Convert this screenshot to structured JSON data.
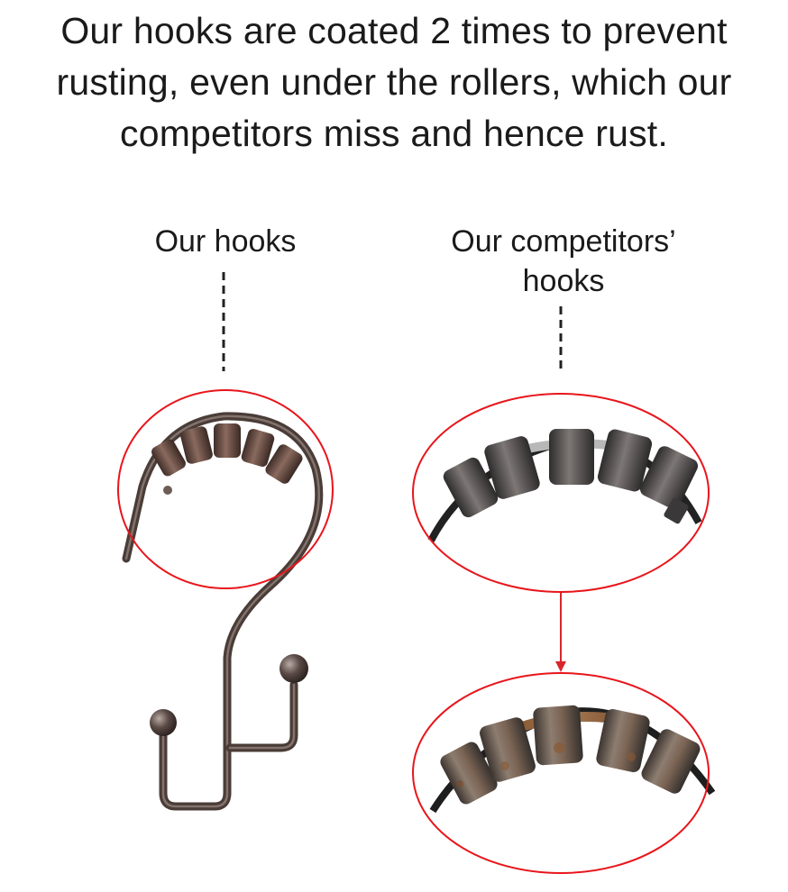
{
  "headline": {
    "line1": "Our hooks are coated 2 times to prevent",
    "line2": "rusting, even under the rollers, which our",
    "line3": "competitors miss and hence rust."
  },
  "labels": {
    "ours": "Our hooks",
    "theirs_line1": "Our competitors’",
    "theirs_line2": "hooks"
  },
  "colors": {
    "callout_circle": "#e8151b",
    "arrow": "#d8262c",
    "hook_metal": "#5a4a44",
    "roller_bronze": "#6b5047",
    "roller_grey": "#5d5a5a",
    "rust": "#8b6a4a"
  }
}
